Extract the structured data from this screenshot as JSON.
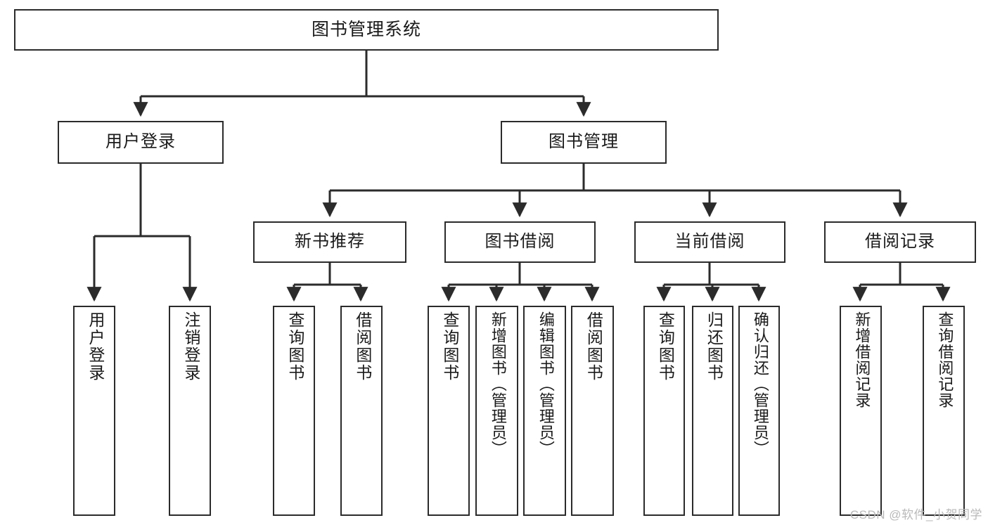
{
  "diagram": {
    "title": "图书管理系统",
    "type": "tree",
    "background": "#ffffff",
    "line_color": "#2b2b2b",
    "box_fill": "#ffffff",
    "text_color": "#1a1a1a"
  },
  "nodes": {
    "root": {
      "label": "图书管理系统"
    },
    "level2": [
      {
        "id": "user-login",
        "label": "用户登录"
      },
      {
        "id": "book-manage",
        "label": "图书管理"
      }
    ],
    "level3": [
      {
        "id": "new-book-rec",
        "label": "新书推荐"
      },
      {
        "id": "book-borrow",
        "label": "图书借阅"
      },
      {
        "id": "current-borrow",
        "label": "当前借阅"
      },
      {
        "id": "borrow-record",
        "label": "借阅记录"
      }
    ],
    "leaves": {
      "user_login": [
        {
          "id": "leaf-user-login",
          "label": "用户登录"
        },
        {
          "id": "leaf-logout-login",
          "label": "注销登录"
        }
      ],
      "new_book_rec": [
        {
          "id": "leaf-query-book-1",
          "label": "查询图书"
        },
        {
          "id": "leaf-borrow-book-1",
          "label": "借阅图书"
        }
      ],
      "book_borrow": [
        {
          "id": "leaf-query-book-2",
          "label": "查询图书"
        },
        {
          "id": "leaf-add-book",
          "label": "新增图书（管理员）"
        },
        {
          "id": "leaf-edit-book",
          "label": "编辑图书（管理员）"
        },
        {
          "id": "leaf-borrow-book-2",
          "label": "借阅图书"
        }
      ],
      "current_borrow": [
        {
          "id": "leaf-query-book-3",
          "label": "查询图书"
        },
        {
          "id": "leaf-return-book",
          "label": "归还图书"
        },
        {
          "id": "leaf-confirm-return",
          "label": "确认归还（管理员）"
        }
      ],
      "borrow_record": [
        {
          "id": "leaf-add-record",
          "label": "新增借阅记录"
        },
        {
          "id": "leaf-query-record",
          "label": "查询借阅记录"
        }
      ]
    }
  },
  "watermark": {
    "text": "CSDN @软件_小贺同学"
  }
}
